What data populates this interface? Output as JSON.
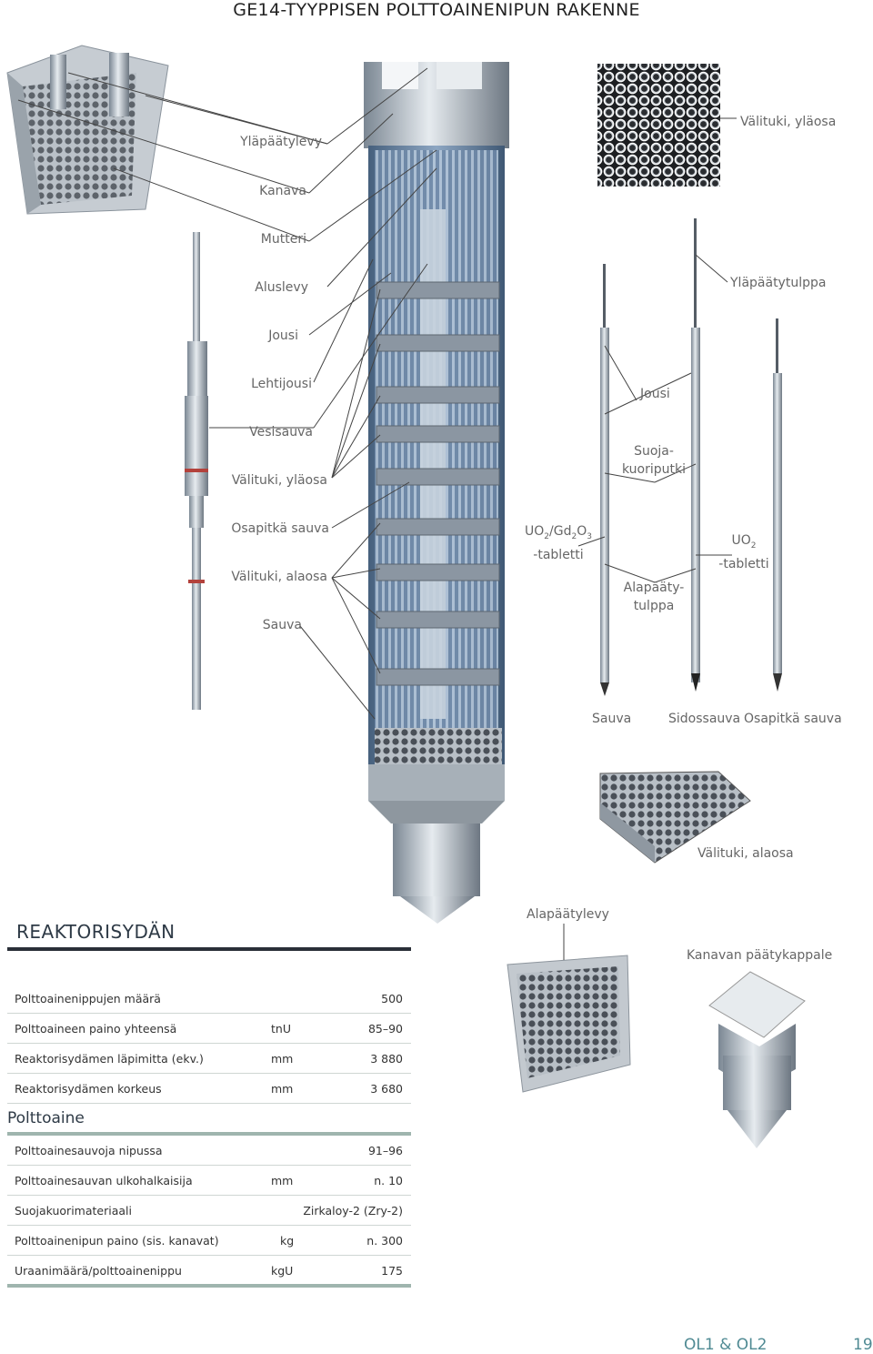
{
  "title": "GE14-TYYPPISEN POLTTOAINENIPUN RAKENNE",
  "left_labels": [
    "Yläpäätylevy",
    "Kanava",
    "Mutteri",
    "Aluslevy",
    "Jousi",
    "Lehtijousi",
    "Vesisauva",
    "Välituki, yläosa",
    "Osapitkä sauva",
    "Välituki, alaosa",
    "Sauva"
  ],
  "right_labels": {
    "spacer_top": "Välituki, yläosa",
    "upper_plug": "Yläpäätytulppa",
    "spring": "Jousi",
    "cladding": "Suoja-\nkuoriputki",
    "uo2gd_pre": "UO",
    "uo2gd_sub1": "2",
    "uo2gd_mid": "/Gd",
    "uo2gd_sub2": "2",
    "uo2gd_o": "O",
    "uo2gd_sub3": "3",
    "uo2gd_suffix": "-tabletti",
    "uo2_pre": "UO",
    "uo2_sub": "2",
    "uo2_suffix": "-tabletti",
    "lower_plug": "Alapääty-\ntulppa",
    "rod": "Sauva",
    "tie_rod": "Sidossauva",
    "part_length": "Osapitkä sauva",
    "spacer_bottom": "Välituki, alaosa",
    "lower_tie_plate": "Alapäätylevy",
    "channel_end": "Kanavan päätykappale"
  },
  "section1": {
    "heading": "REAKTORISYDÄN",
    "rows": [
      [
        "Polttoainenippujen määrä",
        "",
        "500"
      ],
      [
        "Polttoaineen paino yhteensä",
        "tnU",
        "85–90"
      ],
      [
        "Reaktorisydämen läpimitta (ekv.)",
        "mm",
        "3 880"
      ],
      [
        "Reaktorisydämen korkeus",
        "mm",
        "3 680"
      ]
    ]
  },
  "section2": {
    "heading": "Polttoaine",
    "rows": [
      [
        "Polttoainesauvoja nipussa",
        "",
        "91–96"
      ],
      [
        "Polttoainesauvan ulkohalkaisija",
        "mm",
        "n. 10"
      ],
      [
        "Suojakuorimateriaali",
        "",
        "Zirkaloy-2 (Zry-2)"
      ],
      [
        "Polttoainenipun paino (sis. kanavat)",
        "kg",
        "n. 300"
      ],
      [
        "Uraanimäärä/polttoainenippu",
        "kgU",
        "175"
      ]
    ]
  },
  "footer": {
    "plant": "OL1 & OL2",
    "page": "19"
  }
}
